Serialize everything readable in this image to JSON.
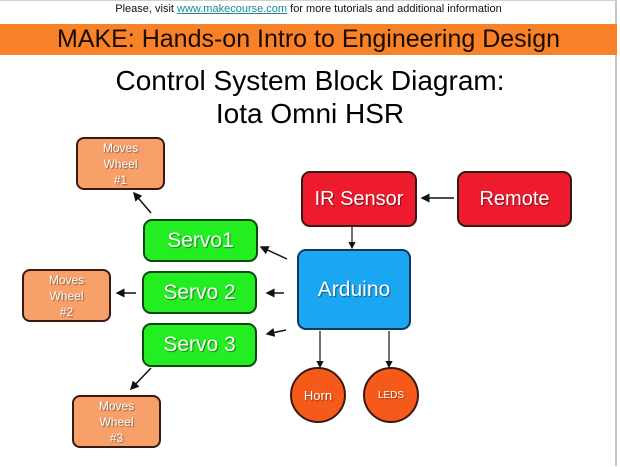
{
  "header": {
    "visit_prefix": "Please, visit ",
    "visit_link": "www.makecourse.com",
    "visit_suffix": " for more tutorials and additional information",
    "banner": "MAKE: Hands-on Intro to Engineering Design"
  },
  "title": {
    "line1": "Control System Block Diagram:",
    "line2": "Iota Omni HSR"
  },
  "colors": {
    "banner": "#f7822a",
    "input_blocks": "#ee1a2e",
    "controller": "#1aa6f0",
    "servos": "#22ee22",
    "wheels": "#f7a06a",
    "outputs": "#f55a1a"
  },
  "nodes": {
    "ir_sensor": "IR Sensor",
    "remote": "Remote",
    "arduino": "Arduino",
    "servo1": "Servo1",
    "servo2": "Servo 2",
    "servo3": "Servo 3",
    "wheel1": [
      "Moves",
      "Wheel",
      "#1"
    ],
    "wheel2": [
      "Moves",
      "Wheel",
      "#2"
    ],
    "wheel3": [
      "Moves",
      "Wheel",
      "#3"
    ],
    "horn": "Horn",
    "leds": "LEDS"
  },
  "edges": [
    {
      "from": "Remote",
      "to": "IR Sensor"
    },
    {
      "from": "IR Sensor",
      "to": "Arduino"
    },
    {
      "from": "Arduino",
      "to": "Servo1"
    },
    {
      "from": "Arduino",
      "to": "Servo 2"
    },
    {
      "from": "Arduino",
      "to": "Servo 3"
    },
    {
      "from": "Servo1",
      "to": "Moves Wheel #1"
    },
    {
      "from": "Servo 2",
      "to": "Moves Wheel #2"
    },
    {
      "from": "Servo 3",
      "to": "Moves Wheel #3"
    },
    {
      "from": "Arduino",
      "to": "Horn"
    },
    {
      "from": "Arduino",
      "to": "LEDS"
    }
  ]
}
